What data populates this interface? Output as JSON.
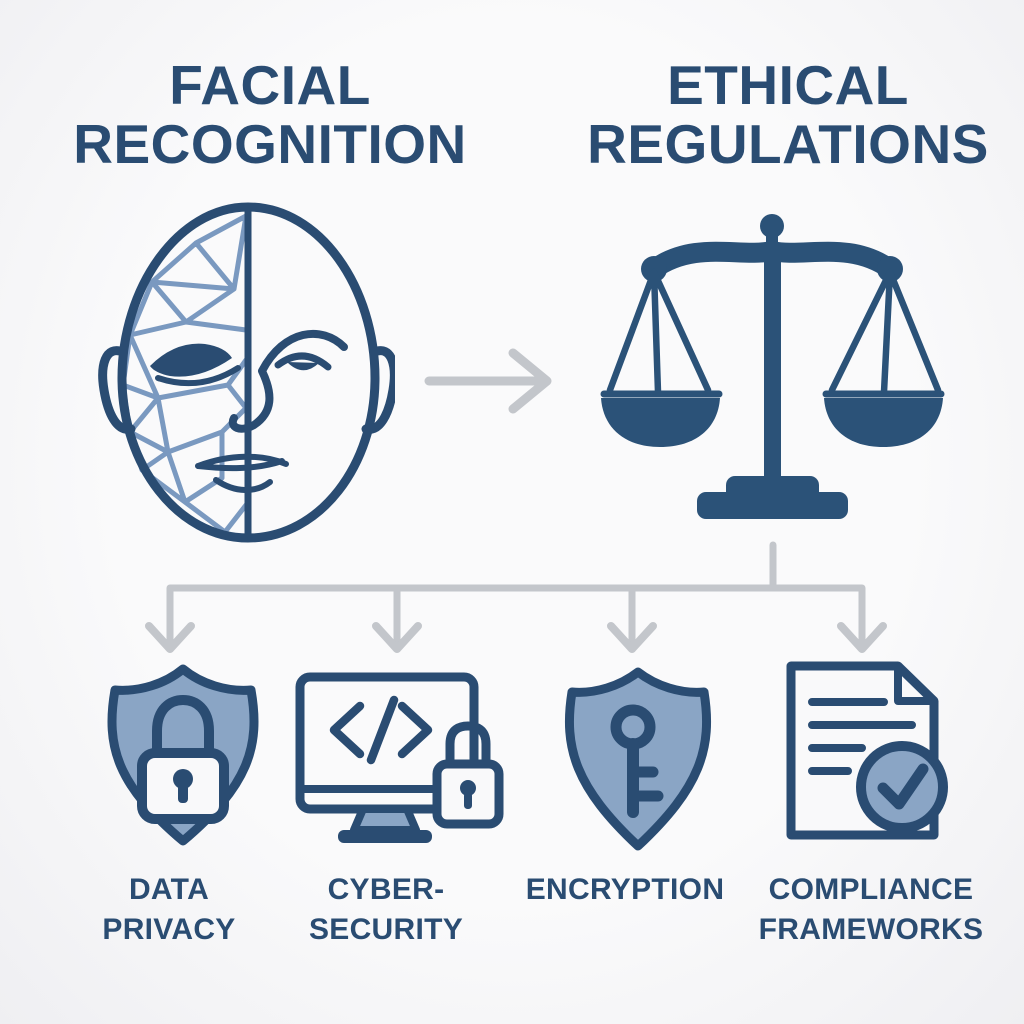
{
  "colors": {
    "background": "#f7f7f8",
    "navy": "#2a4c72",
    "navy_fill": "#2b5278",
    "blue_fill": "#8aa5c5",
    "mesh_blue": "#7a99c0",
    "arrow_gray": "#c3c6cb"
  },
  "headers": {
    "left": "FACIAL\nRECOGNITION",
    "right": "ETHICAL\nREGULATIONS"
  },
  "icons": {
    "header_left": "face-mesh-icon",
    "header_right": "scales-of-justice-icon",
    "flow": "right-arrow-icon",
    "branch": "branch-down-arrows-icon"
  },
  "items": [
    {
      "label": "DATA\nPRIVACY",
      "icon": "shield-lock-icon"
    },
    {
      "label": "CYBER-\nSECURITY",
      "icon": "monitor-code-lock-icon"
    },
    {
      "label": "ENCRYPTION",
      "icon": "shield-key-icon"
    },
    {
      "label": "COMPLIANCE\nFRAMEWORKS",
      "icon": "document-checkmark-icon"
    }
  ]
}
